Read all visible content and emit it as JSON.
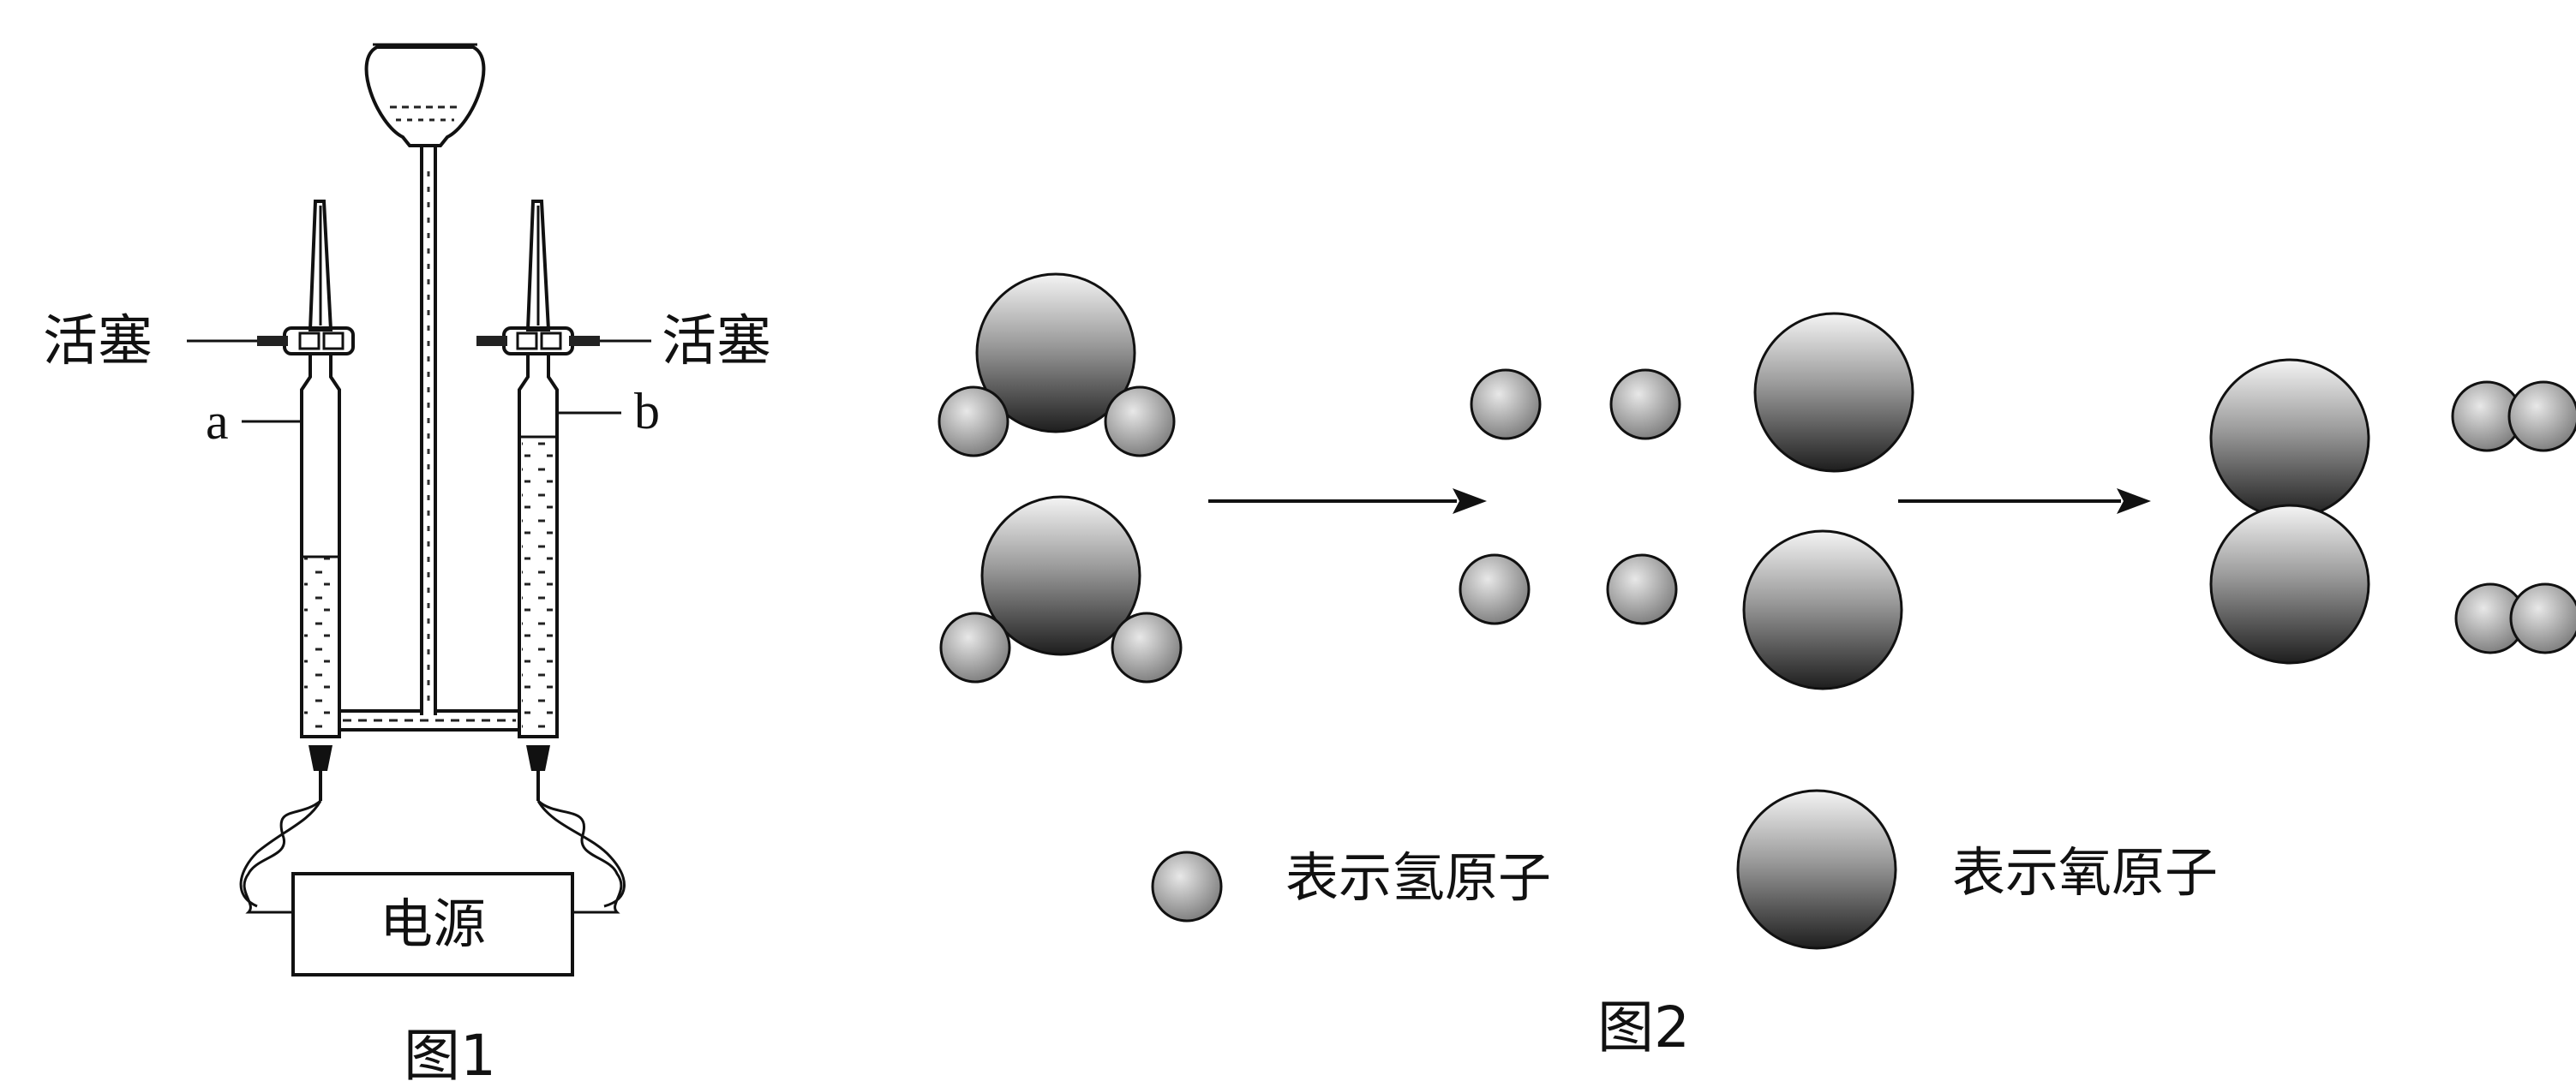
{
  "figure1": {
    "caption": "图1",
    "stopcock_left": "活塞",
    "stopcock_right": "活塞",
    "tube_a": "a",
    "tube_b": "b",
    "power_supply": "电源"
  },
  "figure2": {
    "caption": "图2",
    "legend_hydrogen": "表示氢原子",
    "legend_oxygen": "表示氧原子"
  },
  "colors": {
    "hydrogen_fill": "#b8b8b8",
    "oxygen_light": "#ffffff",
    "oxygen_dark": "#2a2a2a",
    "ink": "#111111"
  }
}
